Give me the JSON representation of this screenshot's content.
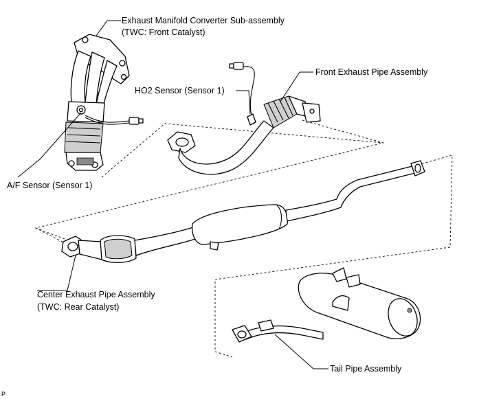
{
  "labels": {
    "manifold_line1": "Exhaust Manifold Converter Sub-assembly",
    "manifold_line2": "(TWC: Front Catalyst)",
    "front_pipe": "Front Exhaust Pipe Assembly",
    "ho2_sensor": "HO2 Sensor (Sensor 1)",
    "af_sensor": "A/F Sensor (Sensor 1)",
    "center_pipe_line1": "Center Exhaust Pipe Assembly",
    "center_pipe_line2": "(TWC: Rear Catalyst)",
    "tail_pipe": "Tail Pipe Assembly",
    "corner_mark": "P"
  }
}
